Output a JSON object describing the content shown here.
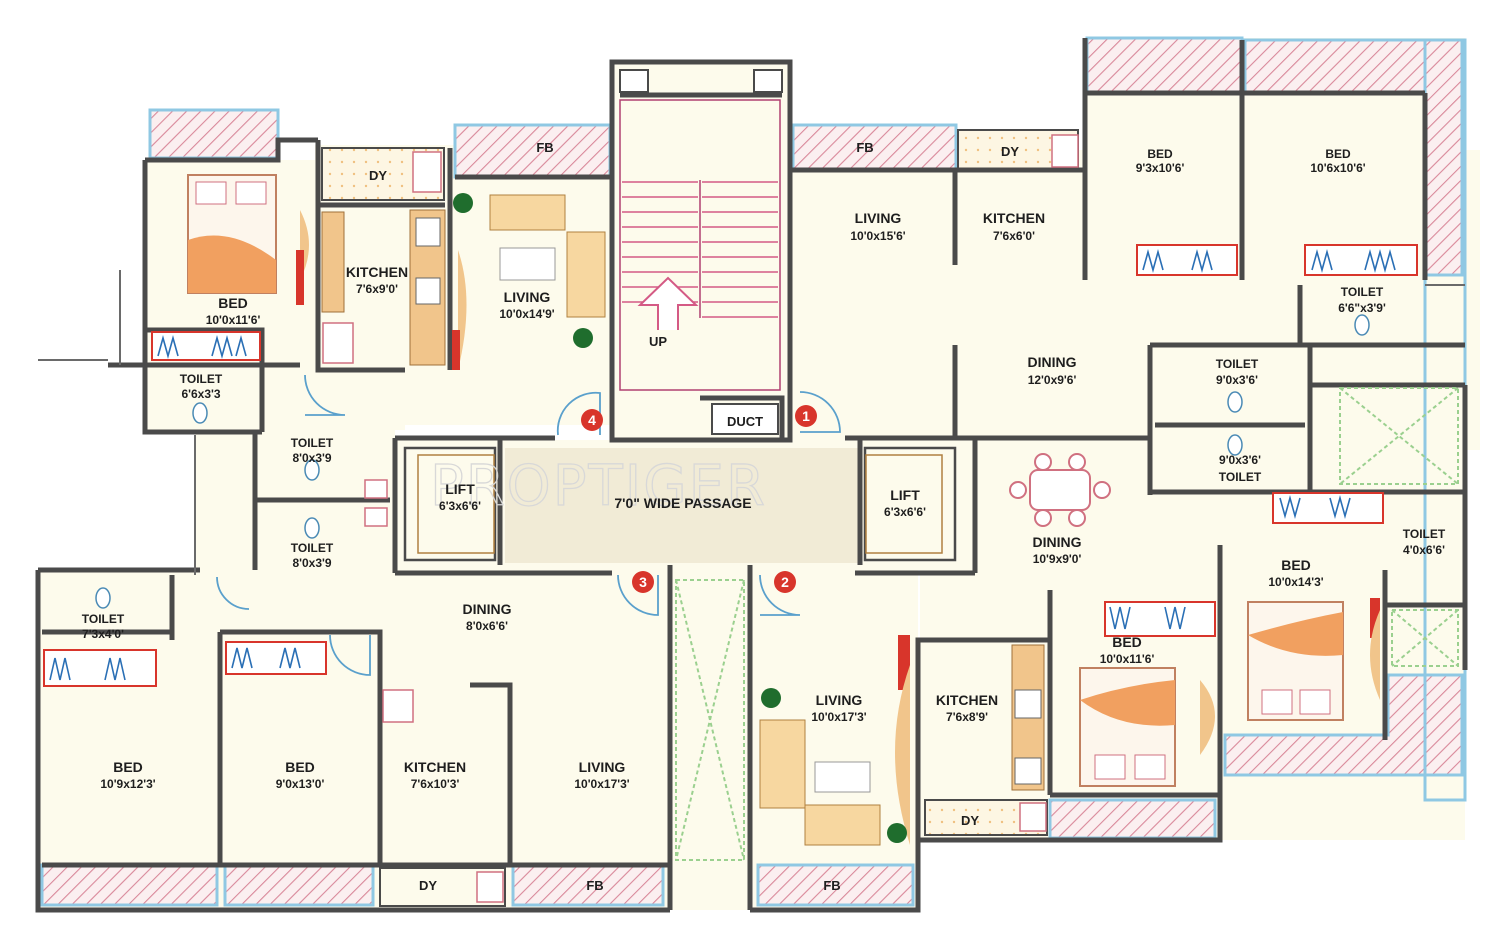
{
  "watermark": "PROPTIGER",
  "colors": {
    "wall": "#4a4a4a",
    "floor": "#fdfbec",
    "hatch": "#d9889a",
    "balcony_edge": "#8fc8e3",
    "furniture": "#f1c58b",
    "plant": "#1f6d2d",
    "flat_badge": "#d8352b",
    "door_arc": "#5aa0cc",
    "passage": "#f1ebd6"
  },
  "core": {
    "passage": {
      "name": "7'0\" WIDE PASSAGE"
    },
    "lift_left": {
      "name": "LIFT",
      "size": "6'3x6'6'"
    },
    "lift_right": {
      "name": "LIFT",
      "size": "6'3x6'6'"
    },
    "duct": "DUCT",
    "stair_label": "UP",
    "flat_numbers": [
      "1",
      "2",
      "3",
      "4"
    ]
  },
  "flat_top_left": {
    "bed": {
      "name": "BED",
      "size": "10'0x11'6'"
    },
    "toilet": {
      "name": "TOILET",
      "size": "6'6x3'3"
    },
    "kitchen": {
      "name": "KITCHEN",
      "size": "7'6x9'0'"
    },
    "dy": "DY",
    "living": {
      "name": "LIVING",
      "size": "10'0x14'9'"
    },
    "fb": "FB"
  },
  "flat_top_right": {
    "fb": "FB",
    "living": {
      "name": "LIVING",
      "size": "10'0x15'6'"
    },
    "dy": "DY",
    "kitchen": {
      "name": "KITCHEN",
      "size": "7'6x6'0'"
    },
    "bed1": {
      "name": "BED",
      "size": "9'3x10'6'"
    },
    "bed2": {
      "name": "BED",
      "size": "10'6x10'6'"
    },
    "toilet1": {
      "name": "TOILET",
      "size": "6'6\"x3'9'"
    },
    "dining": {
      "name": "DINING",
      "size": "12'0x9'6'"
    },
    "toilet2": {
      "name": "TOILET",
      "size": "9'0x3'6'"
    },
    "toilet3": {
      "name": "TOILET",
      "size": "9'0x3'6'"
    }
  },
  "flat_bottom_left": {
    "toilet_a": {
      "name": "TOILET",
      "size": "8'0x3'9"
    },
    "toilet_b": {
      "name": "TOILET",
      "size": "8'0x3'9"
    },
    "toilet_c": {
      "name": "TOILET",
      "size": "7'3x4'0'"
    },
    "dining": {
      "name": "DINING",
      "size": "8'0x6'6'"
    },
    "bed1": {
      "name": "BED",
      "size": "10'9x12'3'"
    },
    "bed2": {
      "name": "BED",
      "size": "9'0x13'0'"
    },
    "kitchen": {
      "name": "KITCHEN",
      "size": "7'6x10'3'"
    },
    "living": {
      "name": "LIVING",
      "size": "10'0x17'3'"
    },
    "dy": "DY",
    "fb": "FB"
  },
  "flat_bottom_right": {
    "dining": {
      "name": "DINING",
      "size": "10'9x9'0'"
    },
    "bed1": {
      "name": "BED",
      "size": "10'0x14'3'"
    },
    "toilet": {
      "name": "TOILET",
      "size": "4'0x6'6'"
    },
    "bed2": {
      "name": "BED",
      "size": "10'0x11'6'"
    },
    "kitchen": {
      "name": "KITCHEN",
      "size": "7'6x8'9'"
    },
    "living": {
      "name": "LIVING",
      "size": "10'0x17'3'"
    },
    "dy": "DY",
    "fb": "FB"
  }
}
